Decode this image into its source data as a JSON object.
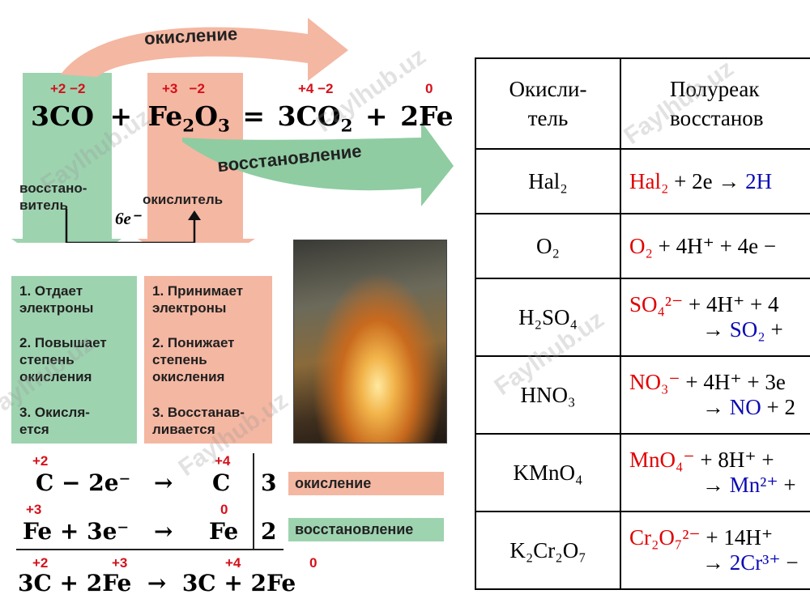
{
  "poster": {
    "arrow_top_label": "окисление",
    "arrow_mid_label": "восстановление",
    "eq_main": {
      "t1": "3CO",
      "plus1": "+",
      "t2_pre": "Fe",
      "t2_s1": "2",
      "t2_mid": "O",
      "t2_s2": "3",
      "equals": "=",
      "t3_pre": "3CO",
      "t3_s": "2",
      "plus2": "+",
      "t4": "2Fe"
    },
    "ox_states": {
      "co": "+2 −2",
      "fe2o3": "+3   −2",
      "co2": "+4 −2",
      "fe": "0"
    },
    "reducer_label": "восстано-\nвитель",
    "oxidizer_label": "окислитель",
    "electrons": "6e⁻",
    "left_notes": [
      "1. Отдает электроны",
      "2. Повышает степень окисления",
      "3. Окисля-ется"
    ],
    "right_notes": [
      "1. Принимает электроны",
      "2. Понижает степень окисления",
      "3. Восстанав-ливается"
    ],
    "half1": {
      "ox_left": "+2",
      "left": "C − 2e⁻",
      "arrow": "→",
      "ox_right": "+4",
      "right": "C",
      "coef": "3",
      "tag": "окисление"
    },
    "half2": {
      "ox_left": "+3",
      "left": "Fe + 3e⁻",
      "arrow": "→",
      "ox_right": "0",
      "right": "Fe",
      "coef": "2",
      "tag": "восстановление"
    },
    "final": {
      "ox1": "+2",
      "ox2": "+3",
      "ox3": "+4",
      "ox4": "0",
      "text": "3C + 2Fe  →  3C + 2Fe"
    },
    "watermark": "Faylhub.uz"
  },
  "table": {
    "header": {
      "col1_line1": "Окисли-",
      "col1_line2": "тель",
      "col2_line1": "Полуреак",
      "col2_line2": "восстанов"
    },
    "rows": [
      {
        "ox": "Hal₂",
        "red": "Hal₂",
        "rest": " + 2e → ",
        "blue": "2H",
        "line2_blue": "",
        "line2_rest": ""
      },
      {
        "ox": "O₂",
        "red": "O₂",
        "rest": " + 4H⁺ + 4e −",
        "blue": "",
        "line2_blue": "",
        "line2_rest": ""
      },
      {
        "ox": "H₂SO₄",
        "red": "SO₄²⁻",
        "rest": " + 4H⁺ + 4",
        "blue": "",
        "line2_blue": "SO₂",
        "line2_rest": " +"
      },
      {
        "ox": "HNO₃",
        "red": "NO₃⁻",
        "rest": " + 4H⁺ + 3e",
        "blue": "",
        "line2_blue": "NO",
        "line2_rest": " + 2"
      },
      {
        "ox": "KMnO₄",
        "red": "MnO₄⁻",
        "rest": " + 8H⁺ +",
        "blue": "",
        "line2_blue": "Mn²⁺",
        "line2_rest": " +"
      },
      {
        "ox": "K₂Cr₂O₇",
        "red": "Cr₂O₇²⁻",
        "rest": " + 14H⁺",
        "blue": "",
        "line2_blue": "2Cr³⁺",
        "line2_rest": " −"
      }
    ]
  }
}
